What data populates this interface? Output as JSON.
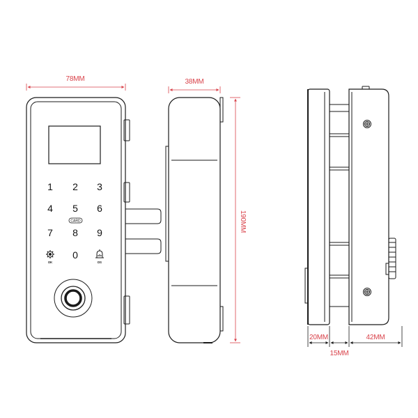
{
  "colors": {
    "line": "#1a1a1a",
    "dimension": "#d9434b",
    "background": "#ffffff"
  },
  "dimensions": {
    "front_width": "78MM",
    "side_width": "38MM",
    "height": "190MM",
    "glass_left": "20MM",
    "glass_gap": "15MM",
    "glass_right": "42MM"
  },
  "keypad": {
    "keys": [
      "1",
      "2",
      "3",
      "4",
      "5",
      "6",
      "7",
      "8",
      "9",
      "0"
    ],
    "card_label": "CARD",
    "left_icon_label": "OK",
    "left_icon": "gear-icon",
    "right_icon_label": "DS",
    "right_icon": "bell-icon"
  },
  "icons": {
    "fingerprint": "fingerprint-sensor-icon",
    "screw": "phillips-screw-icon"
  }
}
